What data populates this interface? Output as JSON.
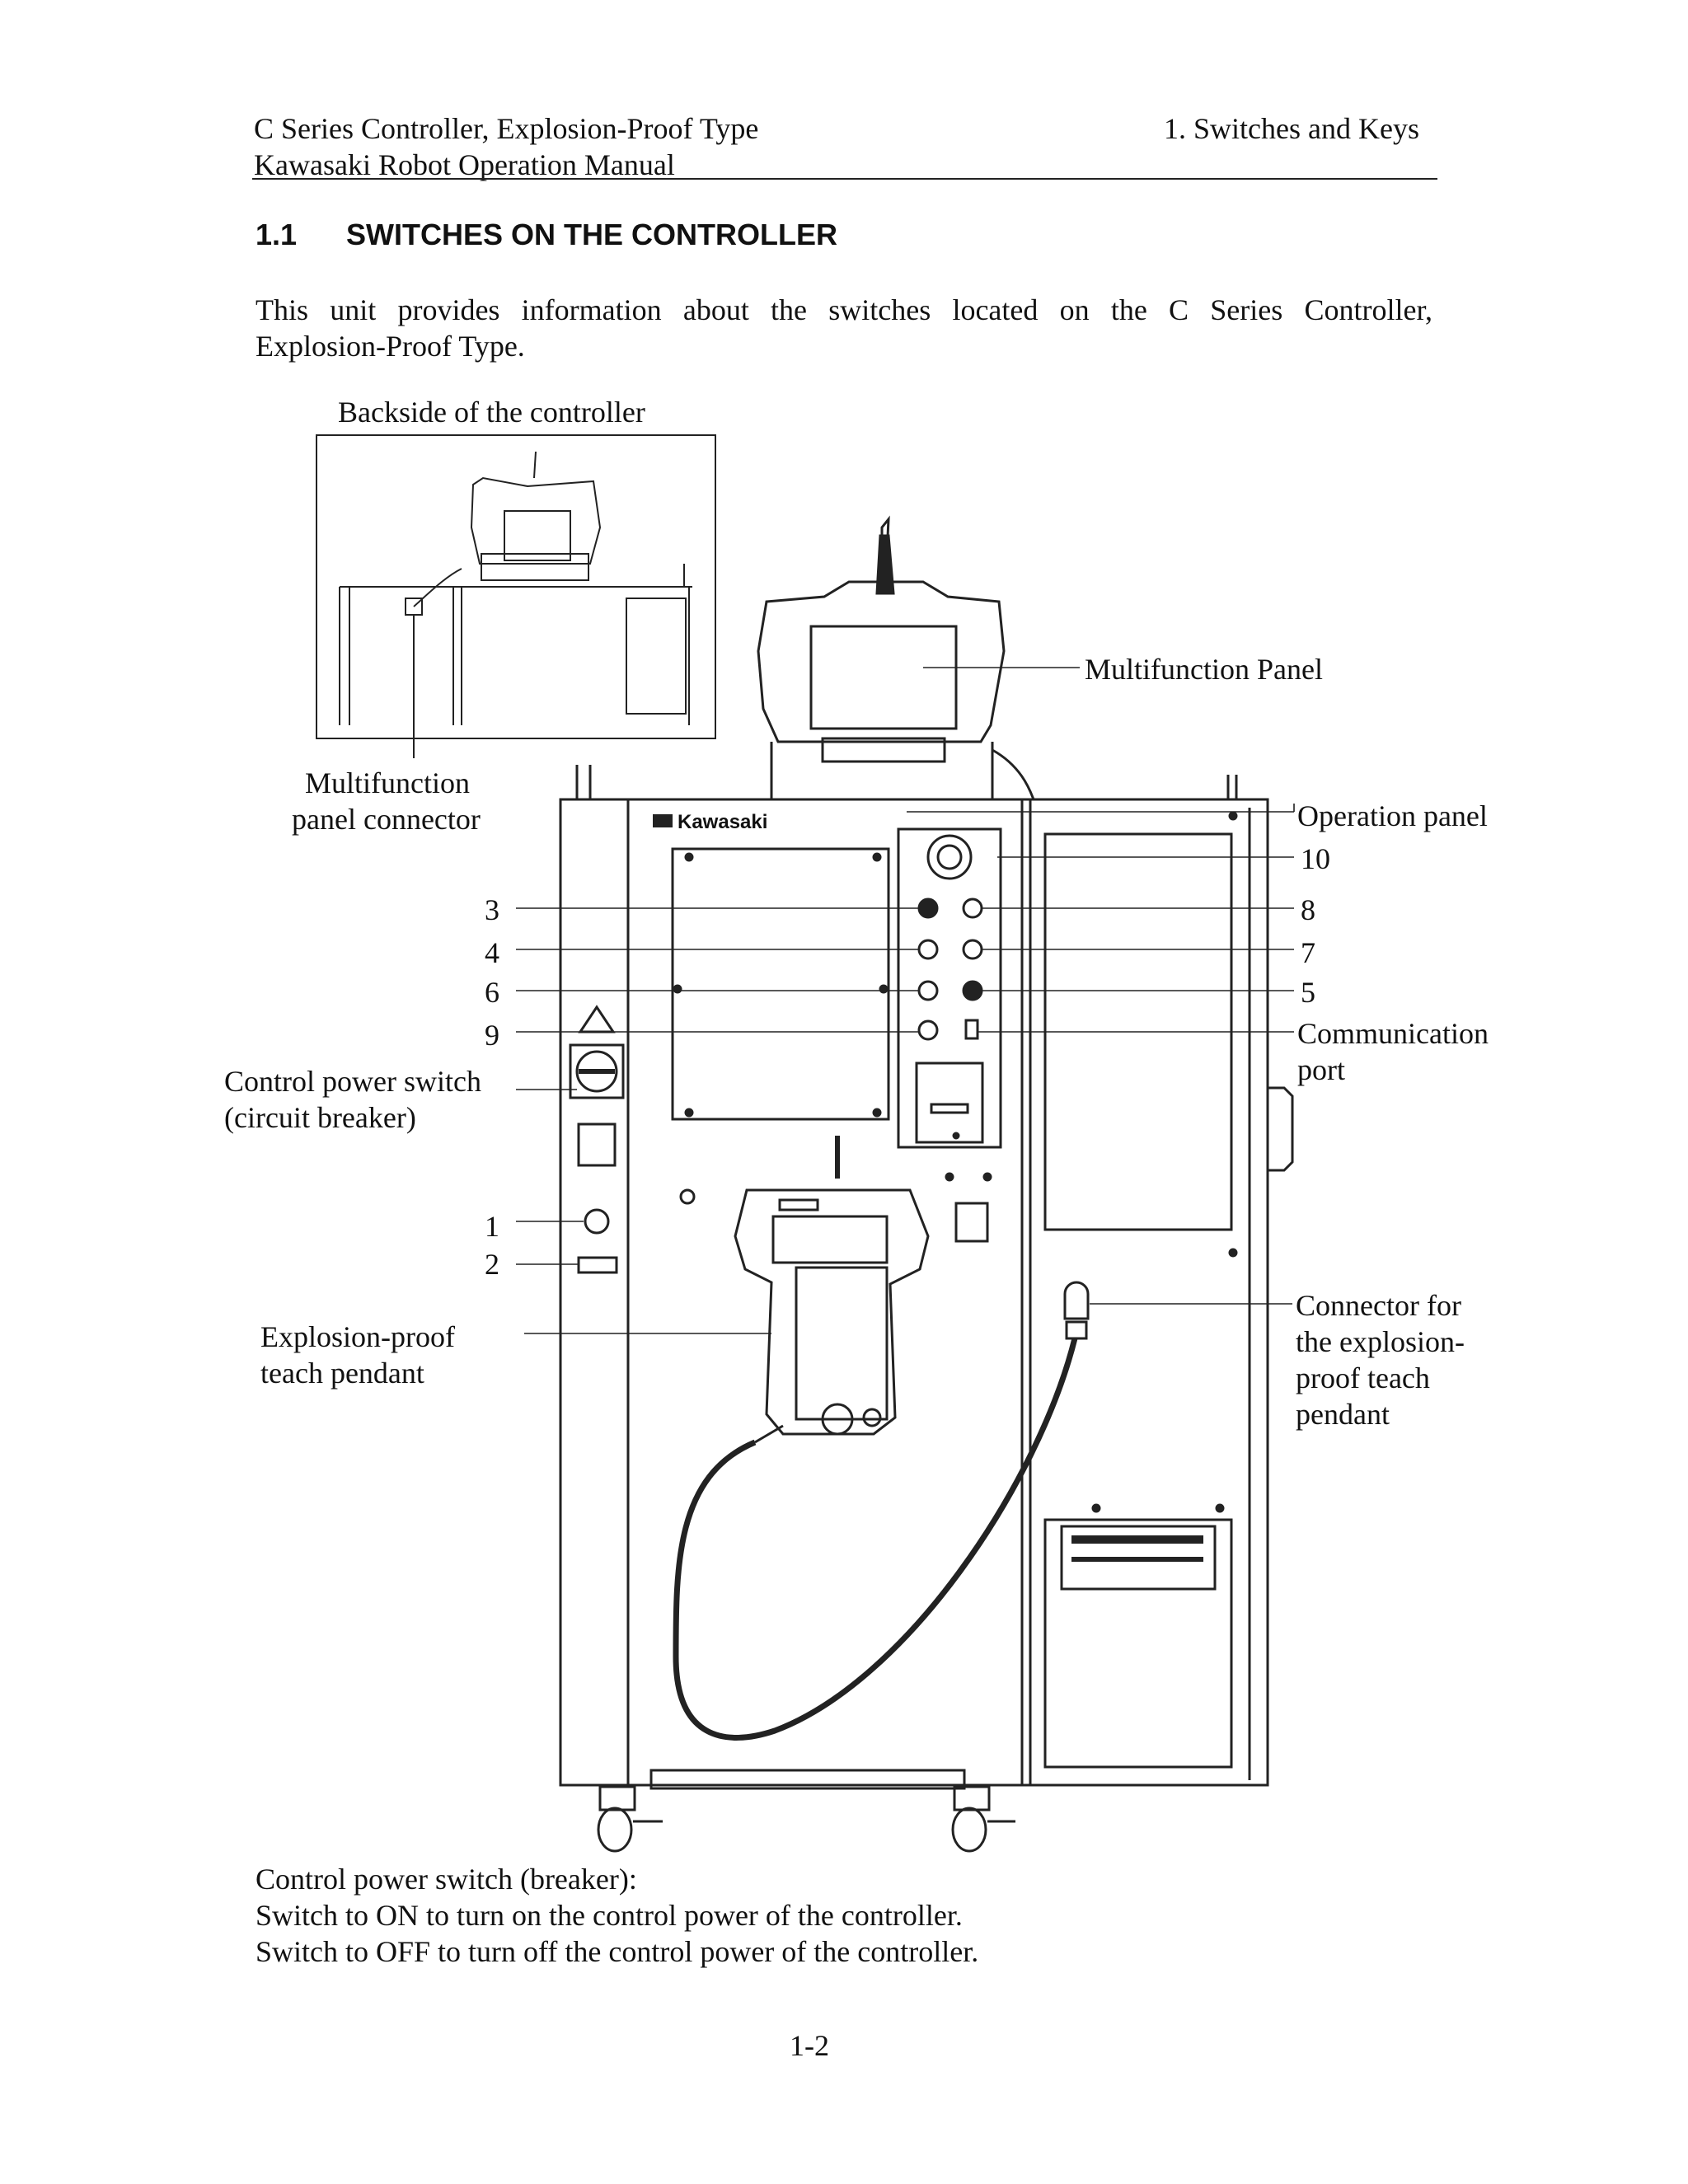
{
  "header": {
    "left_line1": "C Series Controller, Explosion-Proof Type",
    "left_line2": "Kawasaki Robot Operation Manual",
    "right": "1. Switches and Keys"
  },
  "section": {
    "number": "1.1",
    "title": "SWITCHES ON THE CONTROLLER"
  },
  "intro": {
    "line1": "This unit provides information about the switches located on the C Series Controller,",
    "line2": "Explosion-Proof Type."
  },
  "figure": {
    "inset_caption": "Backside of the controller",
    "logo": "Kawasaki",
    "labels": {
      "multifunction_panel": "Multifunction Panel",
      "connector_line1": "Multifunction",
      "connector_line2": "panel connector",
      "operation_panel": "Operation panel",
      "n10": "10",
      "n8": "8",
      "n7": "7",
      "n5": "5",
      "n3": "3",
      "n4": "4",
      "n6": "6",
      "n9": "9",
      "n1": "1",
      "n2": "2",
      "comm_line1": "Communication",
      "comm_line2": "port",
      "cps_line1": "Control power switch",
      "cps_line2": "(circuit breaker)",
      "pendant_line1": "Explosion-proof",
      "pendant_line2": "teach pendant",
      "conn_line1": "Connector for",
      "conn_line2": "the explosion-",
      "conn_line3": "proof teach",
      "conn_line4": "pendant"
    }
  },
  "footer_text": {
    "line1": "Control power switch (breaker):",
    "line2": "Switch to ON to turn on the control power of the controller.",
    "line3": "Switch to OFF to turn off the control power of the controller."
  },
  "page_number": "1-2"
}
